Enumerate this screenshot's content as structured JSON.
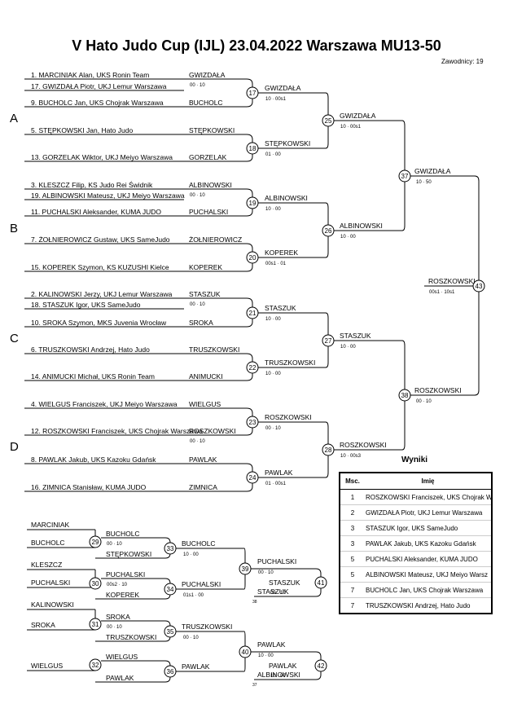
{
  "title": "V Hato Judo Cup (IJL)  23.04.2022  Warszawa   MU13-50",
  "competitors_count": "Zawodnicy: 19",
  "groups": [
    "A",
    "B",
    "C",
    "D"
  ],
  "entries": [
    "1. MARCINIAK Alan, UKS Ronin Team",
    "17. GWIZDAŁA Piotr, UKJ Lemur Warszawa",
    "9. BUCHOLC Jan, UKS Chojrak Warszawa",
    "5. STĘPKOWSKI Jan, Hato Judo",
    "13. GORZELAK Wiktor, UKJ Meiyo Warszawa",
    "3. KLESZCZ Filip, KS Judo Rei Świdnik",
    "19. ALBINOWSKI Mateusz, UKJ Meiyo Warszawa",
    "11. PUCHALSKI Aleksander, KUMA JUDO",
    "7. ŻOŁNIEROWICZ Gustaw, UKS SameJudo",
    "15. KOPEREK Szymon, KS KUZUSHI Kielce",
    "2. KALINOWSKI Jerzy, UKJ Lemur Warszawa",
    "18. STASZUK Igor, UKS SameJudo",
    "10. SROKA Szymon, MKS Juvenia Wrocław",
    "6. TRUSZKOWSKI Andrzej, Hato Judo",
    "14. ANIMUCKI Michał, UKS Ronin Team",
    "4. WIELGUS Franciszek, UKJ Meiyo Warszawa",
    "12. ROSZKOWSKI Franciszek, UKS Chojrak Warszawa",
    "8. PAWLAK Jakub, UKS Kazoku Gdańsk",
    "16. ZIMNICA Stanisław, KUMA JUDO"
  ],
  "round1": [
    {
      "name": "GWIZDAŁA",
      "score": "00 · 10"
    },
    {
      "name": "BUCHOLC",
      "score": ""
    },
    {
      "name": "STĘPKOWSKI",
      "score": ""
    },
    {
      "name": "GORZELAK",
      "score": ""
    },
    {
      "name": "ALBINOWSKI",
      "score": "00 · 10"
    },
    {
      "name": "PUCHALSKI",
      "score": ""
    },
    {
      "name": "ŻOŁNIEROWICZ",
      "score": ""
    },
    {
      "name": "KOPEREK",
      "score": ""
    },
    {
      "name": "STASZUK",
      "score": "00 · 10"
    },
    {
      "name": "SROKA",
      "score": ""
    },
    {
      "name": "TRUSZKOWSKI",
      "score": ""
    },
    {
      "name": "ANIMUCKI",
      "score": ""
    },
    {
      "name": "WIELGUS",
      "score": ""
    },
    {
      "name": "ROSZKOWSKI",
      "score": "00 · 10"
    },
    {
      "name": "PAWLAK",
      "score": ""
    },
    {
      "name": "ZIMNICA",
      "score": ""
    }
  ],
  "round2": [
    {
      "name": "GWIZDAŁA",
      "score": "10 · 00s1",
      "fight": "17"
    },
    {
      "name": "STĘPKOWSKI",
      "score": "01 · 00",
      "fight": "18"
    },
    {
      "name": "ALBINOWSKI",
      "score": "10 · 00",
      "fight": "19"
    },
    {
      "name": "KOPEREK",
      "score": "00s1 · 01",
      "fight": "20"
    },
    {
      "name": "STASZUK",
      "score": "10 · 00",
      "fight": "21"
    },
    {
      "name": "TRUSZKOWSKI",
      "score": "10 · 00",
      "fight": "22"
    },
    {
      "name": "ROSZKOWSKI",
      "score": "00 · 10",
      "fight": "23"
    },
    {
      "name": "PAWLAK",
      "score": "01 · 00s1",
      "fight": "24"
    }
  ],
  "round3": [
    {
      "name": "GWIZDAŁA",
      "score": "10 · 00s1",
      "fight": "25"
    },
    {
      "name": "ALBINOWSKI",
      "score": "10 · 00",
      "fight": "26"
    },
    {
      "name": "STASZUK",
      "score": "10 · 00",
      "fight": "27"
    },
    {
      "name": "ROSZKOWSKI",
      "score": "10 · 00s3",
      "fight": "28"
    }
  ],
  "semis": [
    {
      "name": "GWIZDAŁA",
      "score": "10 · 50",
      "fight": "37"
    },
    {
      "name": "ROSZKOWSKI",
      "score": "00 · 10",
      "fight": "38"
    }
  ],
  "final": {
    "name": "ROSZKOWSKI",
    "score": "00s1 · 10s1",
    "fight": "43"
  },
  "repechage": {
    "a_entries": [
      "MARCINIAK",
      "BUCHOLC"
    ],
    "b_entries": [
      "KLESZCZ",
      "PUCHALSKI"
    ],
    "c_entries": [
      "KALINOWSKI",
      "SROKA"
    ],
    "d_entries": [
      "WIELGUS"
    ],
    "r1": [
      {
        "fight": "29",
        "top": "BUCHOLC",
        "score": "00 · 10",
        "bottom": "STĘPKOWSKI"
      },
      {
        "fight": "30",
        "top": "PUCHALSKI",
        "score": "00s2 · 10",
        "bottom": "KOPEREK"
      },
      {
        "fight": "31",
        "top": "SROKA",
        "score": "00 · 10",
        "bottom": "TRUSZKOWSKI"
      },
      {
        "fight": "32",
        "top": "WIELGUS",
        "score": "",
        "bottom": "PAWLAK"
      }
    ],
    "r2": [
      {
        "fight": "33",
        "name": "BUCHOLC",
        "score": "10 · 00"
      },
      {
        "fight": "34",
        "name": "PUCHALSKI",
        "score": "01s1 · 00"
      },
      {
        "fight": "35",
        "name": "TRUSZKOWSKI",
        "score": "00 · 10"
      },
      {
        "fight": "36",
        "name": "PAWLAK",
        "score": ""
      }
    ],
    "r3": [
      {
        "fight": "39",
        "name": "PUCHALSKI",
        "score": "00 · 10"
      },
      {
        "fight": "40",
        "name": "PAWLAK",
        "score": "10 · 00"
      }
    ],
    "bronze": [
      {
        "fight": "41",
        "top": "STASZUK",
        "score": "00 · 10",
        "bottom": "STASZUK",
        "ref": "38"
      },
      {
        "fight": "42",
        "top": "PAWLAK",
        "score": "10 · 00",
        "bottom": "ALBINOWSKI",
        "ref": "37"
      }
    ]
  },
  "results": {
    "title": "Wyniki",
    "col_place": "Msc.",
    "col_name": "Imię",
    "rows": [
      {
        "place": "1",
        "name": "ROSZKOWSKI Franciszek, UKS Chojrak W"
      },
      {
        "place": "2",
        "name": "GWIZDAŁA Piotr, UKJ Lemur Warszawa"
      },
      {
        "place": "3",
        "name": "STASZUK Igor, UKS SameJudo"
      },
      {
        "place": "3",
        "name": "PAWLAK Jakub, UKS Kazoku Gdańsk"
      },
      {
        "place": "5",
        "name": "PUCHALSKI Aleksander, KUMA JUDO"
      },
      {
        "place": "5",
        "name": "ALBINOWSKI Mateusz, UKJ Meiyo Warsz"
      },
      {
        "place": "7",
        "name": "BUCHOLC Jan, UKS Chojrak Warszawa"
      },
      {
        "place": "7",
        "name": "TRUSZKOWSKI Andrzej, Hato Judo"
      }
    ]
  }
}
